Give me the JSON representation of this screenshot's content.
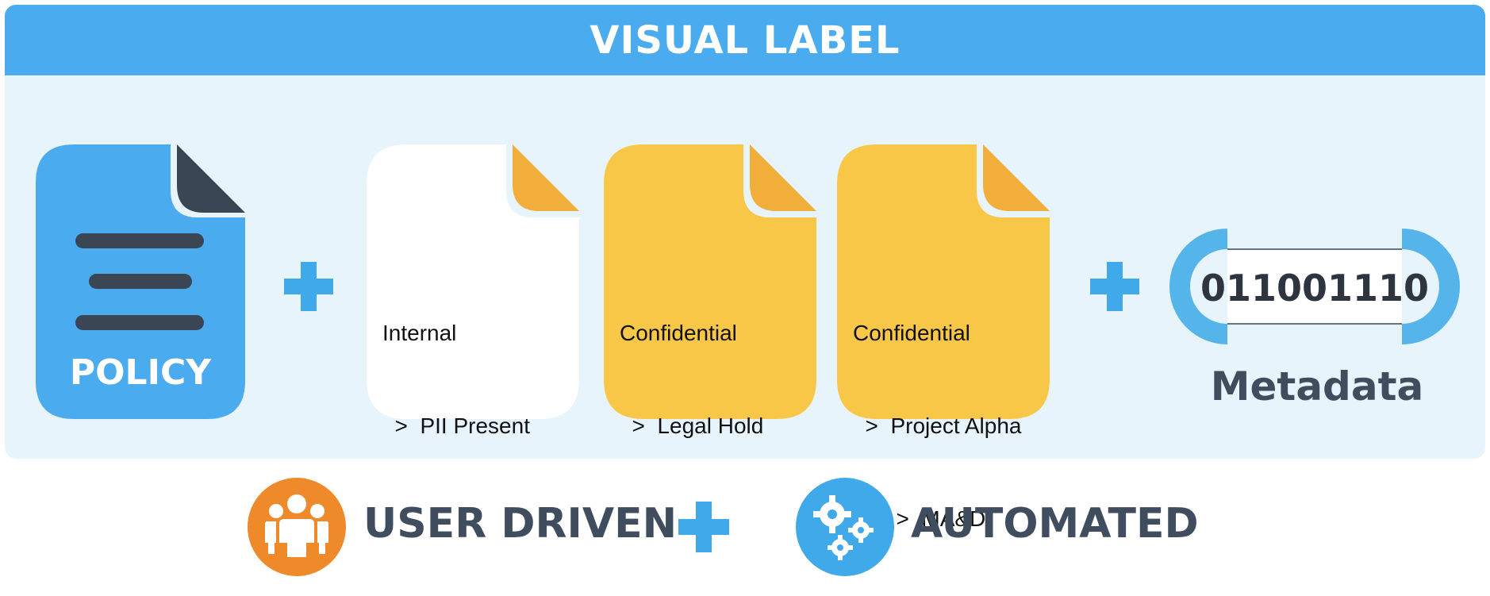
{
  "header": {
    "title": "VISUAL LABEL"
  },
  "policy_doc": {
    "title": "POLICY"
  },
  "labels": [
    {
      "lines": [
        "Internal",
        "  >  PII Present"
      ],
      "fill": "#ffffff",
      "fold": "#f2ae3a"
    },
    {
      "lines": [
        "Confidential",
        "  >  Legal Hold"
      ],
      "fill": "#f8c747",
      "fold": "#f2ae3a"
    },
    {
      "lines": [
        "Confidential",
        "  >  Project Alpha",
        "       >  MA&D"
      ],
      "fill": "#f8c747",
      "fold": "#f2ae3a"
    }
  ],
  "metadata": {
    "binary": "011001110",
    "title": "Metadata"
  },
  "footer": {
    "user_label": "USER DRIVEN",
    "auto_label": "AUTOMATED"
  },
  "colors": {
    "banner": "#4aabef",
    "panel": "#e8f4fb",
    "policy": "#4aabef",
    "dark": "#3b4654",
    "plus": "#3fa9ea",
    "user_icon": "#ef8a2b",
    "auto_icon": "#3fa9ea"
  },
  "icons": {
    "plus": "plus-icon",
    "user": "users-icon",
    "auto": "gears-icon",
    "metadata": "binary-chip-icon"
  }
}
